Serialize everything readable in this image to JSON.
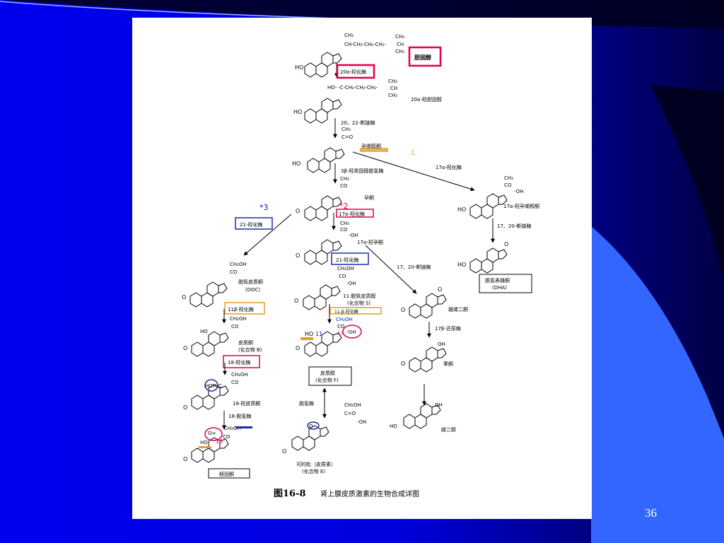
{
  "slide": {
    "number": "36",
    "colors": {
      "background": "#0000ee",
      "dark": "#000033",
      "wave": "#3366ff",
      "highlight_red": "#e0004a",
      "highlight_blue": "#1a2ea8",
      "highlight_gold": "#e0a020",
      "mark_blue": "#1020c0"
    }
  },
  "figure": {
    "caption_num": "图16-8",
    "caption_text": "肾上腺皮质激素的生物合成详图",
    "compounds": {
      "cholesterol": "胆固醇",
      "hydroxycholesterol": "20α-羟胆固醇",
      "pregnenolone": "孕烯醇酮",
      "progesterone": "孕酮",
      "hydroxyprogesterone": "17α-羟孕酮",
      "hydroxypregnenolone": "17α-羟孕烯醇酮",
      "dha": "脱氢表雄酮",
      "dha_abbr": "(DHA)",
      "doc": "脱氧皮质酮",
      "doc_abbr": "(DOC)",
      "compound_s": "11-脱氧皮质醇",
      "compound_s_abbr": "(化合物 S)",
      "androstenedione": "雄烯二酮",
      "corticosterone": "皮质酮",
      "compound_b_abbr": "(化合物 B)",
      "cortisol": "皮质醇",
      "compound_f_abbr": "(化合物 F)",
      "testosterone": "睾酮",
      "hydroxycorticosterone": "18-羟皮质酮",
      "estradiol": "雌二醇",
      "cortisone": "可的松（皮质素）",
      "compound_e_abbr": "(化合物 E)",
      "aldosterone": "醛固酮"
    },
    "enzymes": {
      "e20a": "20α-羟化酶",
      "e2022": "20、22-断链酶",
      "e3b": "3β-羟类固醇脱氢酶",
      "e17a_left": "17α-羟化酶",
      "e17a_right": "17α-羟化酶",
      "e21_left": "21-羟化酶",
      "e21_mid": "21-羟化酶",
      "e1720_mid": "17、20-断链酶",
      "e1720_right": "17、20-断链酶",
      "e11b_left": "11β-羟化酶",
      "e11b_mid": "11-β-羟化酶",
      "e17b": "17β-还原酶",
      "e18": "18-羟化酶",
      "e18dh": "18-脱氢酶",
      "dehydrogenase": "脱氢酶"
    },
    "marks": {
      "m1": "1.",
      "m2": "*2",
      "m3": "*3",
      "m11": "11",
      "m17": "17",
      "m18": "18"
    },
    "labels": {
      "ch3": "CH₃",
      "ch": "CH",
      "co": "CO",
      "c_eq_o": "C=O",
      "ch2oh": "CH₂OH",
      "oh": "OH",
      "dash_oh": "-OH",
      "ho": "HO",
      "o": "O",
      "chol_chain": "CH-CH₂-CH₂-CH₂-",
      "hoch2c": "HOH₂C",
      "hc": "H",
      "c_o": "C",
      "o_eq": "O=",
      "hydroxy_chain": "HO···C-CH₂-CH₂-CH₂-"
    }
  }
}
